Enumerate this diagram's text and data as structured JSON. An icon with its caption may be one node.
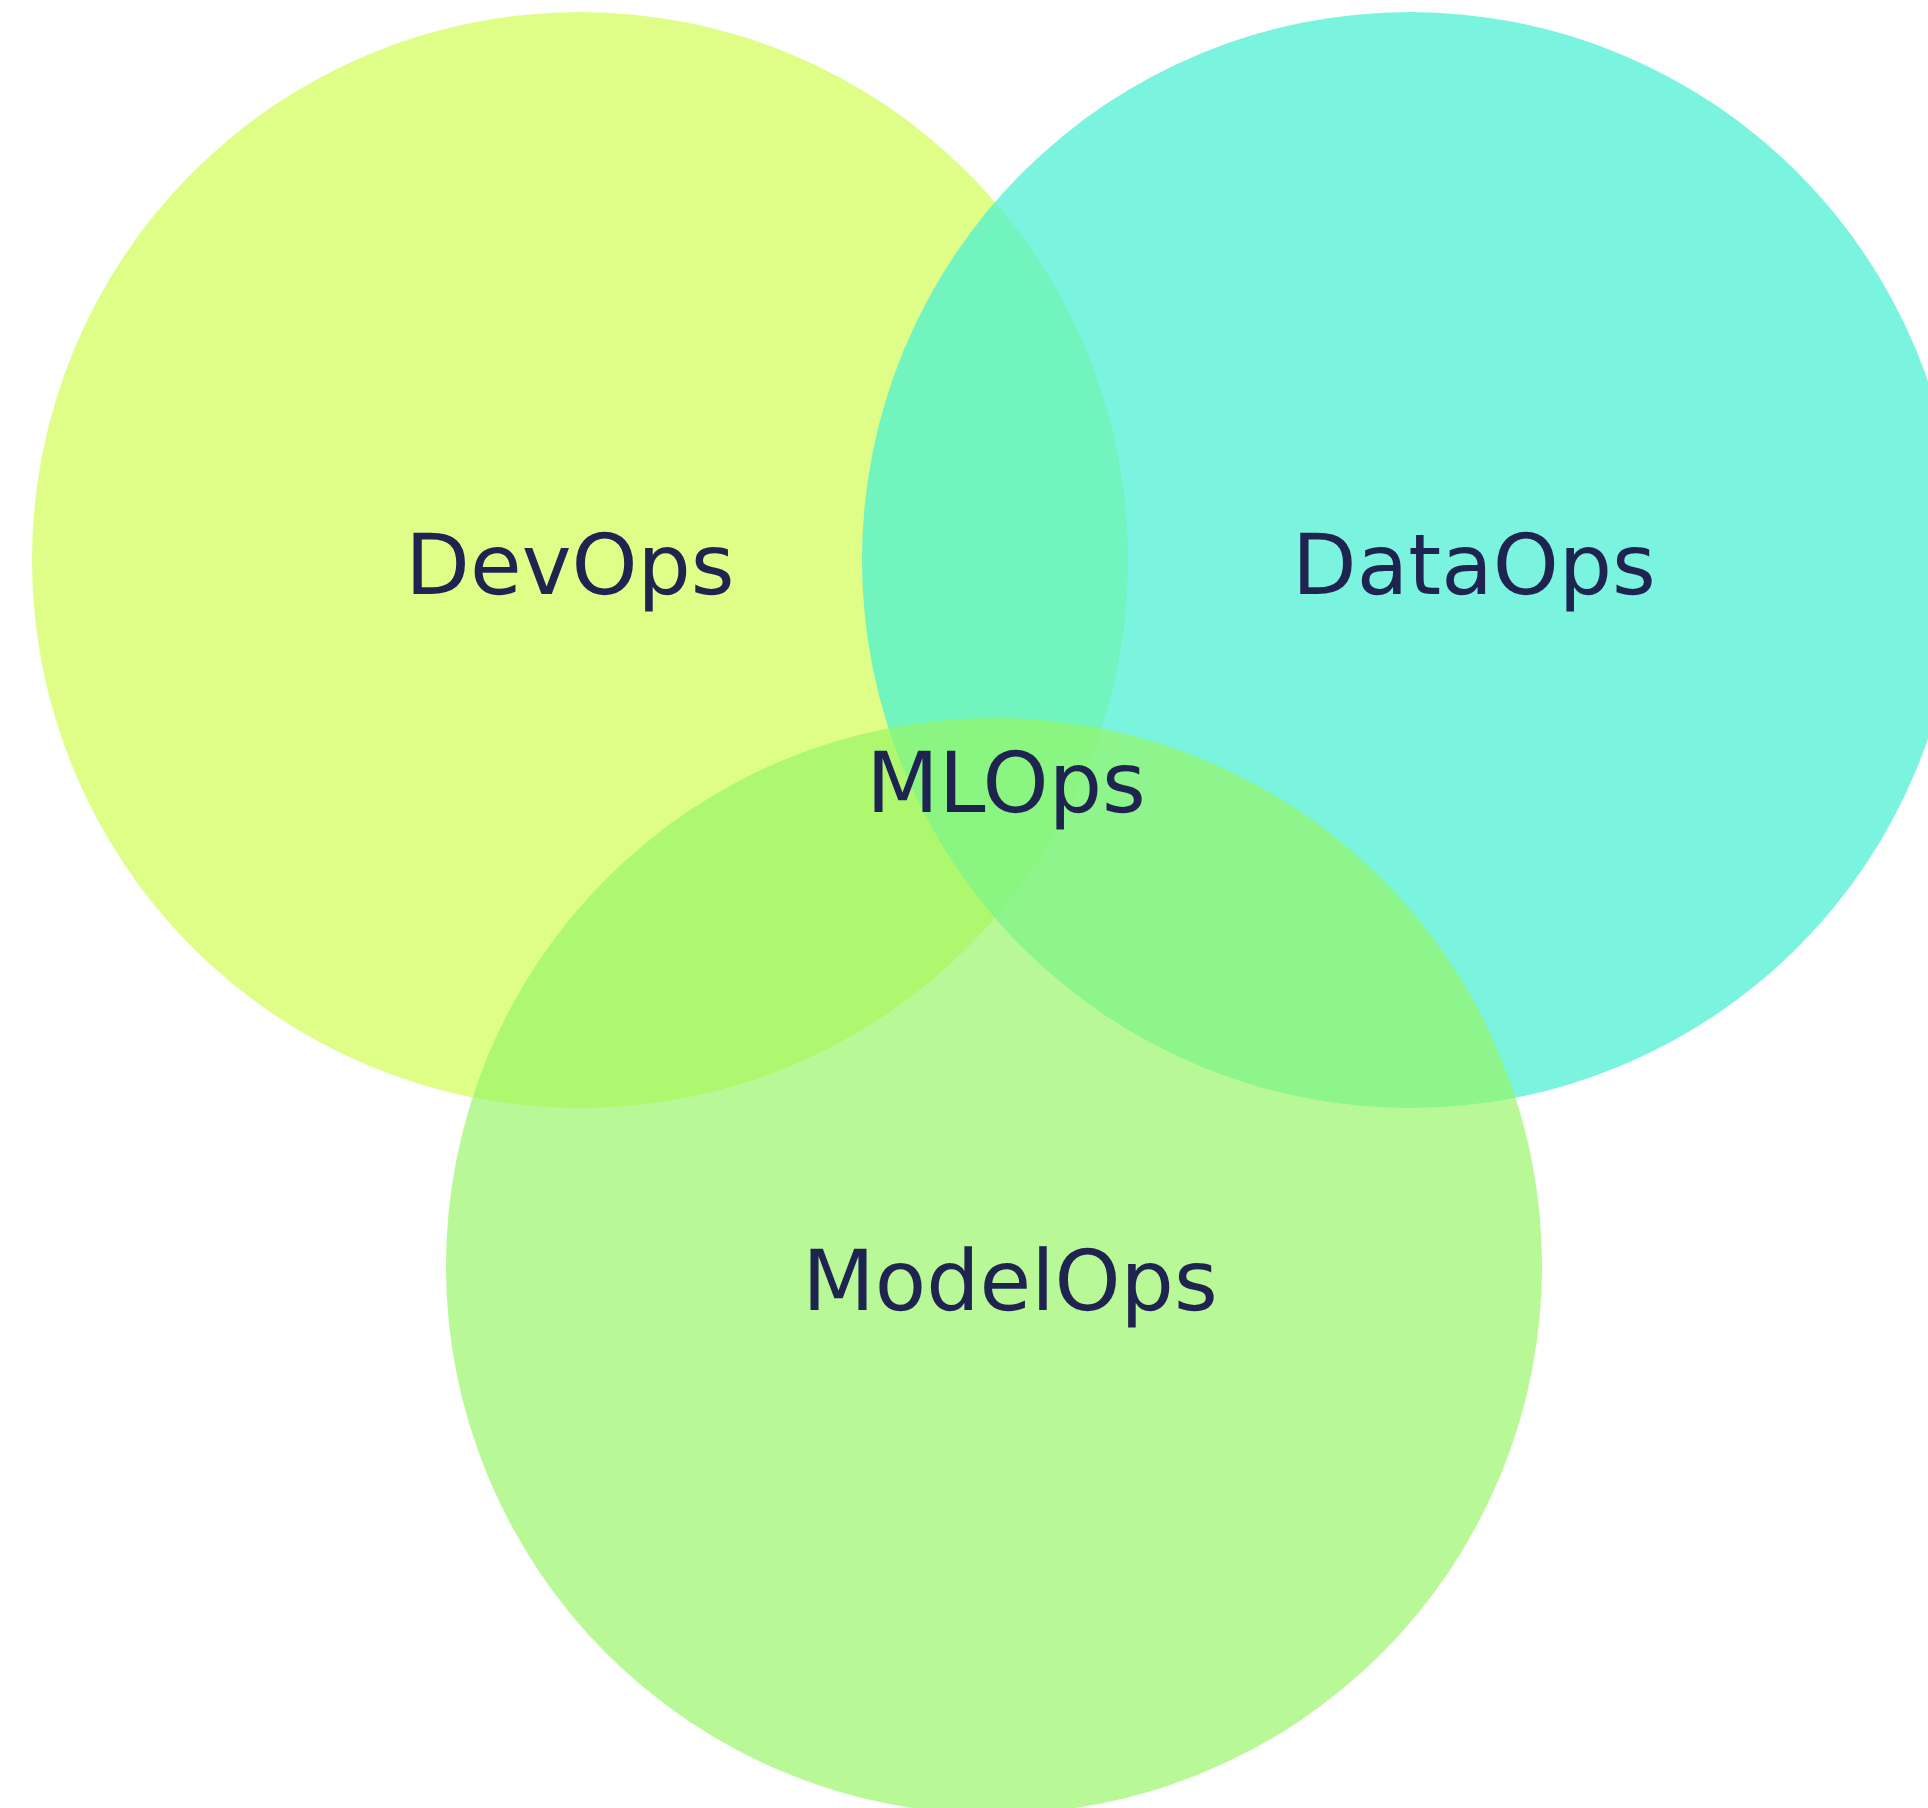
{
  "diagram": {
    "nodes": [
      {
        "text": [
          "DevOps"
        ]
      },
      {
        "text": [
          "DataOps"
        ]
      },
      {
        "text": [
          "ModelOps"
        ]
      }
    ],
    "labels": [
      "MLOps"
    ]
  }
}
